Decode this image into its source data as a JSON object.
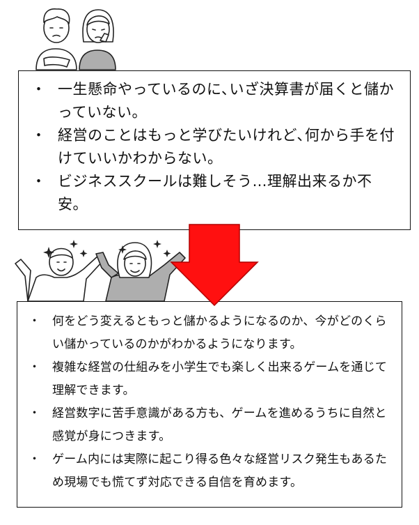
{
  "top_box": {
    "items": [
      {
        "bullet": "・",
        "text": "一生懸命やっているのに､いざ決算書が届くと儲かっていない。"
      },
      {
        "bullet": "・",
        "text": "経営のことはもっと学びたいけれど､何から手を付けていいかわからない。"
      },
      {
        "bullet": "・",
        "text": "ビジネススクールは難しそう…理解出来るか不安。"
      }
    ]
  },
  "bottom_box": {
    "items": [
      {
        "bullet": "・",
        "text": "何をどう変えるともっと儲かるようになるのか、今がどのくらい儲かっているのかがわかるようになります。"
      },
      {
        "bullet": "・",
        "text": "複雑な経営の仕組みを小学生でも楽しく出来るゲームを通じて理解できます。"
      },
      {
        "bullet": "・",
        "text": "経営数字に苦手意識がある方も、ゲームを進めるうちに自然と感覚が身につきます。"
      },
      {
        "bullet": "・",
        "text": "ゲーム内には実際に起こり得る色々な経営リスク発生もあるため現場でも慌てず対応できる自信を育めます。"
      }
    ]
  },
  "colors": {
    "arrow_fill": "#ff1010",
    "arrow_stroke": "#b00000",
    "person_gray": "#aeaeae",
    "outline": "#222222"
  },
  "icons": [
    "worried-couple-illustration",
    "happy-couple-illustration",
    "down-arrow-icon",
    "sparkle-icon"
  ]
}
